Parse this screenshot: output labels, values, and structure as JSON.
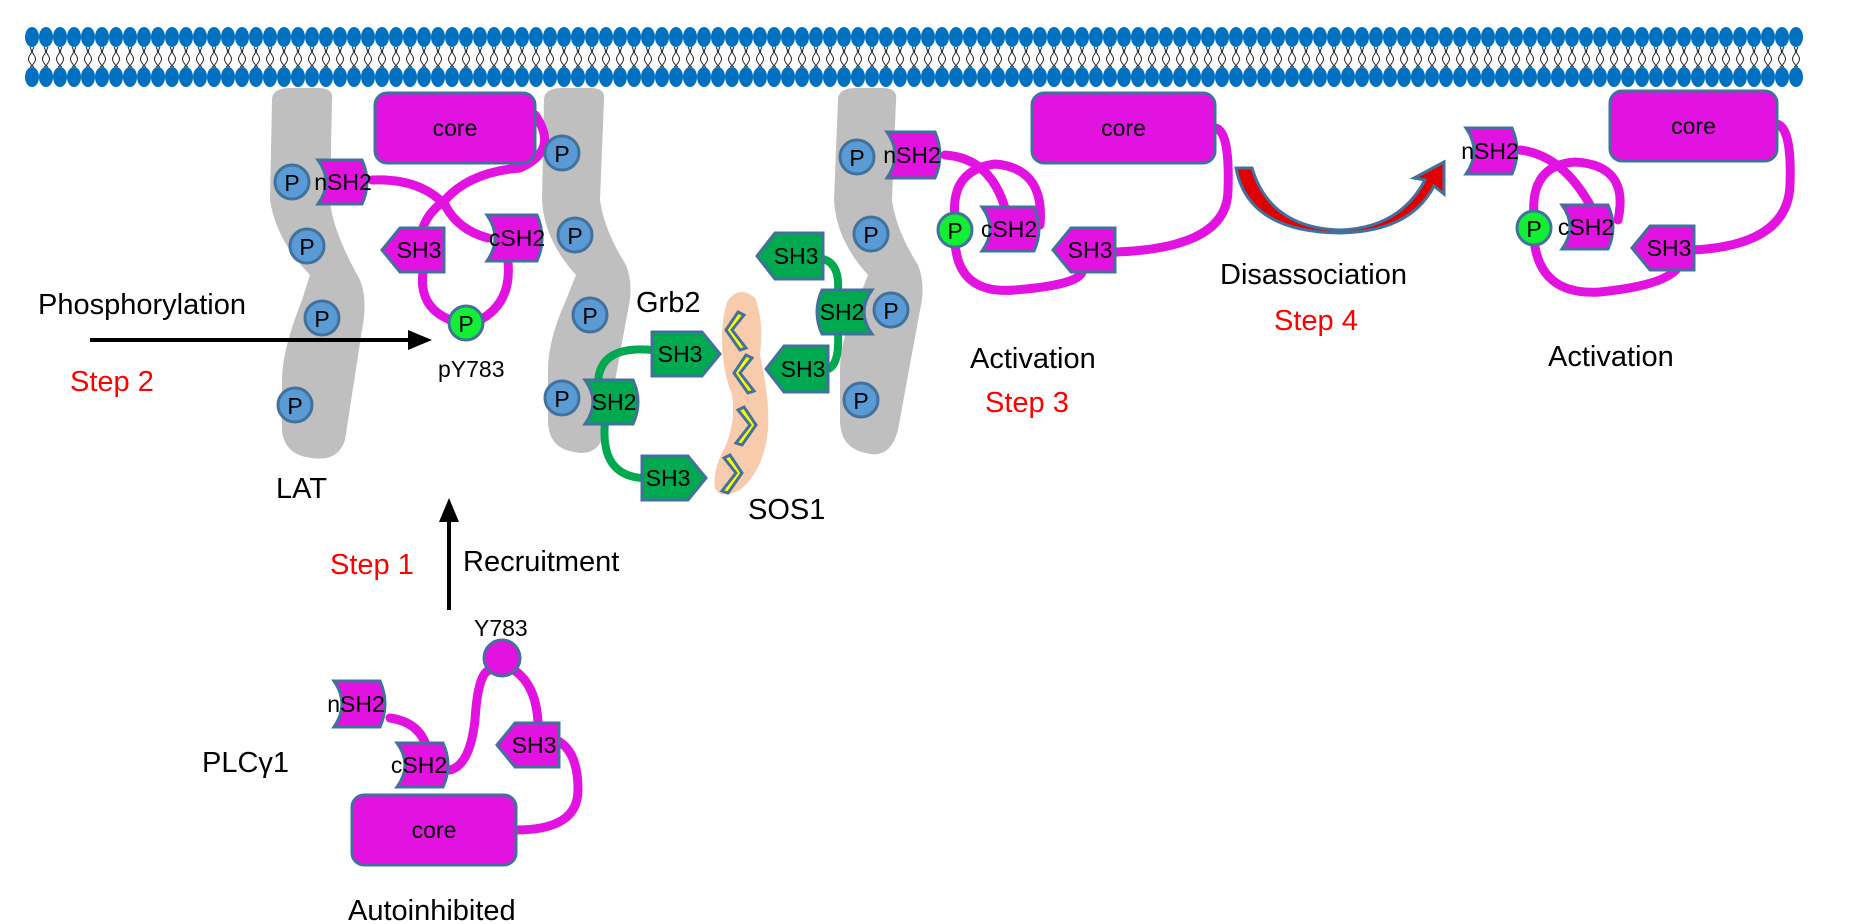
{
  "figure": {
    "title": "PLCγ1 activation at LAT signalosome",
    "colors": {
      "membrane": "#0070c0",
      "lat": "#bfbfbf",
      "phosphosite": "#5b9bd5",
      "phosphosite_active": "#11ee33",
      "plcg1": "#e212e0",
      "grb2": "#00a94f",
      "sos1": "#f8cbad",
      "sos1_motif": "#ffff00",
      "step_label": "#ff0000",
      "disassociation_arrow": "#e00000"
    }
  },
  "labels": {
    "phosphorylation": "Phosphorylation",
    "step2": "Step 2",
    "py783": "pY783",
    "lat": "LAT",
    "step1": "Step 1",
    "recruitment": "Recruitment",
    "y783": "Y783",
    "plcg1": "PLCγ1",
    "autoinhibited": "Autoinhibited",
    "grb2": "Grb2",
    "sos1": "SOS1",
    "activation_mid": "Activation",
    "step3": "Step 3",
    "disassociation": "Disassociation",
    "step4": "Step 4",
    "activation_right": "Activation"
  },
  "domains": {
    "core": "core",
    "nsh2": "nSH2",
    "csh2": "cSH2",
    "sh3": "SH3",
    "sh2": "SH2",
    "phospho": "P"
  }
}
